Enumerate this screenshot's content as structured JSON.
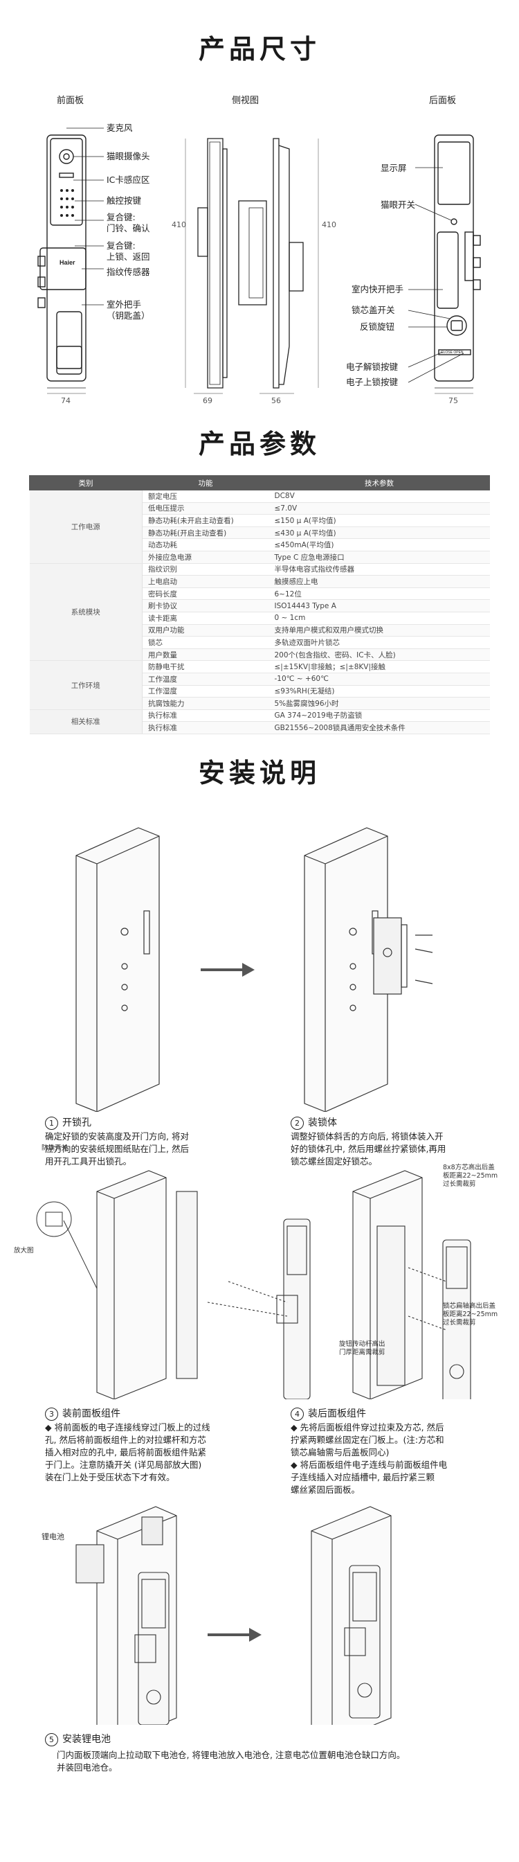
{
  "section1": {
    "title": "产品尺寸",
    "views": {
      "front": "前面板",
      "side": "侧视图",
      "back": "后面板"
    },
    "front_callouts": [
      "麦克风",
      "猫眼摄像头",
      "IC卡感应区",
      "触控按键",
      "复合键:",
      "门铃、确认",
      "复合键:",
      "上锁、返回",
      "指纹传感器",
      "室外把手",
      "（钥匙盖）"
    ],
    "back_callouts": [
      "显示屏",
      "猫眼开关",
      "室内快开把手",
      "锁芯盖开关",
      "反锁旋钮",
      "电子解锁按键",
      "电子上锁按键"
    ],
    "dims": {
      "front_w": "74",
      "side_w1": "69",
      "side_w2": "56",
      "back_w": "75",
      "height_l": "410",
      "height_r": "410"
    },
    "brand": "Haier",
    "back_small_label": "CLOSE  OPEN"
  },
  "section2": {
    "title": "产品参数",
    "headers": [
      "类别",
      "功能",
      "技术参数"
    ],
    "groups": [
      {
        "category": "工作电源",
        "rows": [
          [
            "额定电压",
            "DC8V"
          ],
          [
            "低电压提示",
            "≤7.0V"
          ],
          [
            "静态功耗(未开启主动查看)",
            "≤150 μ A(平均值)"
          ],
          [
            "静态功耗(开启主动查看)",
            "≤430 μ A(平均值)"
          ],
          [
            "动态功耗",
            "≤450mA(平均值)"
          ],
          [
            "外接应急电源",
            "Type C 应急电源接口"
          ]
        ]
      },
      {
        "category": "系统模块",
        "rows": [
          [
            "指纹识别",
            "半导体电容式指纹传感器"
          ],
          [
            "上电启动",
            "触摸感应上电"
          ],
          [
            "密码长度",
            "6~12位"
          ],
          [
            "刷卡协议",
            "ISO14443  Type A"
          ],
          [
            "读卡距离",
            "0 ~ 1cm"
          ],
          [
            "双用户功能",
            "支持单用户模式和双用户模式切换"
          ],
          [
            "锁芯",
            "多轨迹双面叶片锁芯"
          ],
          [
            "用户数量",
            "200个(包含指纹、密码、IC卡、人脸)"
          ]
        ]
      },
      {
        "category": "工作环境",
        "rows": [
          [
            "防静电干扰",
            "≤|±15KV|非接触；≤|±8KV|接触"
          ],
          [
            "工作温度",
            "-10℃ ~ +60℃"
          ],
          [
            "工作湿度",
            "≤93%RH(无凝结)"
          ],
          [
            "抗腐蚀能力",
            "5%盐雾腐蚀96小时"
          ]
        ]
      },
      {
        "category": "相关标准",
        "rows": [
          [
            "执行标准",
            "GA 374~2019电子防盗锁"
          ],
          [
            "执行标准",
            "GB21556~2008锁具通用安全技术条件"
          ]
        ]
      }
    ]
  },
  "section3": {
    "title": "安装说明",
    "steps": [
      {
        "num": "1",
        "title": "开锁孔",
        "lines": [
          "确定好锁的安装高度及开门方向, 将对",
          "应方向的安装纸规图纸贴在门上, 然后",
          "用开孔工具开出锁孔。"
        ]
      },
      {
        "num": "2",
        "title": "装锁体",
        "lines": [
          "调整好锁体斜舌的方向后, 将锁体装入开",
          "好的锁体孔中, 然后用螺丝拧紧锁体,再用",
          "锁芯螺丝固定好锁芯。"
        ]
      },
      {
        "num": "3",
        "title": "装前面板组件",
        "lines": [
          "◆ 将前面板的电子连接线穿过门板上的过线",
          "   孔, 然后将前面板组件上的对拉螺杆和方芯",
          "   插入相对应的孔中, 最后将前面板组件贴紧",
          "   于门上。注意防撬开关 (详见局部放大图)",
          "   装在门上处于受压状态下才有效。"
        ]
      },
      {
        "num": "4",
        "title": "装后面板组件",
        "lines": [
          "◆ 先将后面板组件穿过拉束及方芯, 然后",
          "   拧紧两颗螺丝固定在门板上。(注:方芯和",
          "   锁芯扁轴需与后盖板同心)",
          "◆ 将后面板组件电子连线与前面板组件电",
          "   子连线插入对应插槽中, 最后拧紧三颗",
          "   螺丝紧固后面板。"
        ]
      },
      {
        "num": "5",
        "title": "安装锂电池",
        "lines": [
          "门内面板顶端向上拉动取下电池仓, 将锂电池放入电池仓, 注意电芯位置朝电池仓缺口方向。",
          "并装回电池仓。"
        ]
      }
    ],
    "labels": {
      "tamper": "防撬开关",
      "zoom": "放大图",
      "square_core": [
        "8x8方芯高出后盖",
        "板距离22~25mm",
        "过长需裁剪"
      ],
      "cyl_axis": [
        "锁芯扁轴高出后盖",
        "板距离22~25mm",
        "过长需裁剪"
      ],
      "spindle": [
        "旋钮传动杆高出",
        "门厚距离需裁剪"
      ],
      "battery": "锂电池"
    }
  }
}
